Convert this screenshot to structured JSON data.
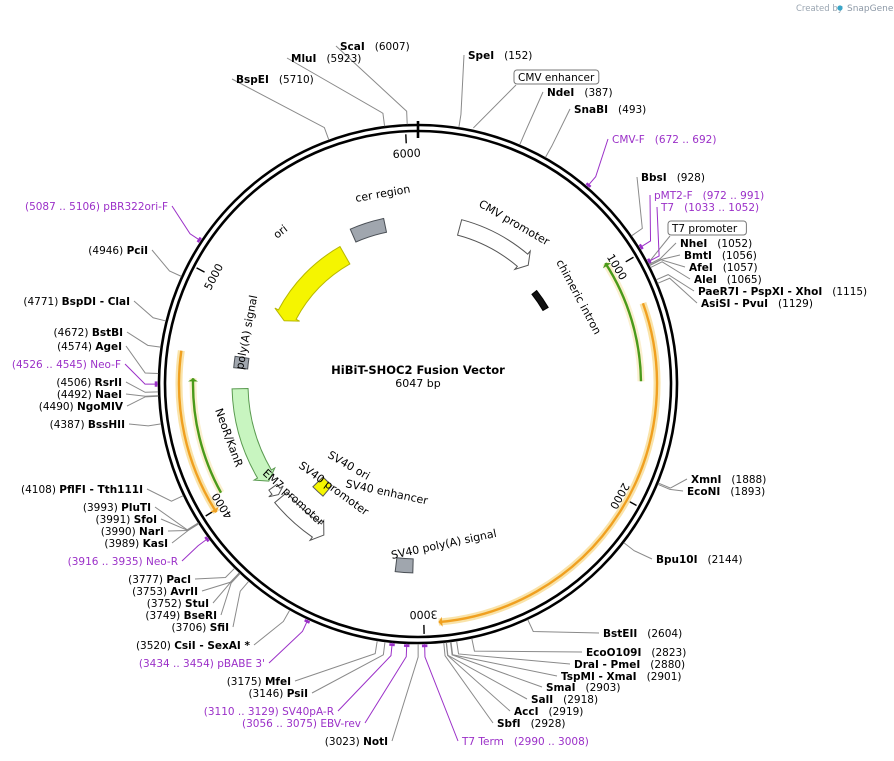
{
  "credit": "Created by",
  "credit_brand": "SnapGene",
  "title": "HiBiT-SHOC2 Fusion Vector",
  "length_label": "6047 bp",
  "total_bp": 6047,
  "ticks": [
    {
      "bp": 1000,
      "label": "1000"
    },
    {
      "bp": 2000,
      "label": "2000"
    },
    {
      "bp": 3000,
      "label": "3000"
    },
    {
      "bp": 4000,
      "label": "4000"
    },
    {
      "bp": 5000,
      "label": "5000"
    },
    {
      "bp": 6000,
      "label": "6000"
    }
  ],
  "colors": {
    "backbone": "#000000",
    "enzyme_line": "#8a8a8a",
    "primer": "#9b30c8",
    "ori": "#f5f500",
    "cds_orange": "#f0a020",
    "cds_glow": "#f8e0a0",
    "cds_green": "#4a9a1a",
    "neo": "#c8f5c0",
    "gray_feature": "#a0a6ae"
  },
  "features": [
    {
      "name": "cer region",
      "start": 5650,
      "end": 5850,
      "ring": 162,
      "style": "grayarrow",
      "dir": 0
    },
    {
      "name": "ori",
      "start": 4960,
      "end": 5550,
      "ring": 148,
      "style": "ori",
      "dir": -1
    },
    {
      "name": "CMV promoter",
      "start": 250,
      "end": 720,
      "ring": 162,
      "style": "promoter",
      "dir": 1
    },
    {
      "name": "chimeric intron",
      "start": 870,
      "end": 1000,
      "ring": 148,
      "style": "black",
      "dir": 0
    },
    {
      "name": "poly(A) signal",
      "start": 4620,
      "end": 4680,
      "ring": 178,
      "style": "gray",
      "dir": 0
    },
    {
      "name": "NeoR/KanR",
      "start": 3980,
      "end": 4510,
      "ring": 178,
      "style": "neo",
      "dir": -1
    },
    {
      "name": "EM7 promoter",
      "start": 3890,
      "end": 3940,
      "ring": 178,
      "style": "smallarrow",
      "dir": -1
    },
    {
      "name": "SV40 promoter",
      "start": 3560,
      "end": 3870,
      "ring": 178,
      "style": "promoter",
      "dir": -1
    },
    {
      "name": "SV40 ori",
      "start": 3700,
      "end": 3790,
      "ring": 140,
      "style": "yellowbox",
      "dir": 0
    },
    {
      "name": "SV40 poly(A) signal",
      "start": 3050,
      "end": 3140,
      "ring": 182,
      "style": "gray",
      "dir": 0
    }
  ],
  "orfs": [
    {
      "start": 1180,
      "end": 2940,
      "ring": 239,
      "style": "orange",
      "dir": 1
    },
    {
      "start": 960,
      "end": 1500,
      "ring": 223,
      "style": "green",
      "dir": -1
    },
    {
      "start": 3990,
      "end": 4670,
      "ring": 239,
      "style": "orange",
      "dir": -1
    },
    {
      "start": 4050,
      "end": 4560,
      "ring": 225,
      "style": "green",
      "dir": 1
    }
  ],
  "feature_labels": {
    "cer": "cer region",
    "ori": "ori",
    "cmv_prom": "CMV promoter",
    "chim": "chimeric intron",
    "polyA": "poly(A) signal",
    "neo": "NeoR/KanR",
    "em7": "EM7 promoter",
    "sv40prom": "SV40 promoter",
    "sv40ori": "SV40 ori",
    "sv40enh": "SV40 enhancer",
    "sv40pa": "SV40 poly(A) signal"
  },
  "boxed_labels": [
    {
      "text": "CMV enhancer",
      "bp": 205
    },
    {
      "text": "T7 promoter",
      "bp": 1043
    }
  ],
  "sites": [
    {
      "name": "ScaI",
      "pos": "(6007)",
      "bp": 6007,
      "type": "enzyme"
    },
    {
      "name": "MluI",
      "pos": "(5923)",
      "bp": 5923,
      "type": "enzyme"
    },
    {
      "name": "BspEI",
      "pos": "(5710)",
      "bp": 5710,
      "type": "enzyme"
    },
    {
      "name": "SpeI",
      "pos": "(152)",
      "bp": 152,
      "type": "enzyme"
    },
    {
      "name": "NdeI",
      "pos": "(387)",
      "bp": 387,
      "type": "enzyme"
    },
    {
      "name": "SnaBI",
      "pos": "(493)",
      "bp": 493,
      "type": "enzyme"
    },
    {
      "name": "CMV-F",
      "pos": "(672 .. 692)",
      "bp": 682,
      "type": "primer"
    },
    {
      "name": "BbsI",
      "pos": "(928)",
      "bp": 928,
      "type": "enzyme"
    },
    {
      "name": "pMT2-F",
      "pos": "(972 .. 991)",
      "bp": 981,
      "type": "primer"
    },
    {
      "name": "T7",
      "pos": "(1033 .. 1052)",
      "bp": 1042,
      "type": "primer"
    },
    {
      "name": "NheI",
      "pos": "(1052)",
      "bp": 1052,
      "type": "enzyme"
    },
    {
      "name": "BmtI",
      "pos": "(1056)",
      "bp": 1056,
      "type": "enzyme"
    },
    {
      "name": "AfeI",
      "pos": "(1057)",
      "bp": 1057,
      "type": "enzyme"
    },
    {
      "name": "AleI",
      "pos": "(1065)",
      "bp": 1065,
      "type": "enzyme"
    },
    {
      "name": "PaeR7I - PspXI - XhoI",
      "pos": "(1115)",
      "bp": 1115,
      "type": "enzyme"
    },
    {
      "name": "AsiSI - PvuI",
      "pos": "(1129)",
      "bp": 1129,
      "type": "enzyme"
    },
    {
      "name": "XmnI",
      "pos": "(1888)",
      "bp": 1888,
      "type": "enzyme"
    },
    {
      "name": "EcoNI",
      "pos": "(1893)",
      "bp": 1893,
      "type": "enzyme"
    },
    {
      "name": "Bpu10I",
      "pos": "(2144)",
      "bp": 2144,
      "type": "enzyme"
    },
    {
      "name": "BstEII",
      "pos": "(2604)",
      "bp": 2604,
      "type": "enzyme"
    },
    {
      "name": "EcoO109I",
      "pos": "(2823)",
      "bp": 2823,
      "type": "enzyme"
    },
    {
      "name": "DraI - PmeI",
      "pos": "(2880)",
      "bp": 2880,
      "type": "enzyme"
    },
    {
      "name": "TspMI - XmaI",
      "pos": "(2901)",
      "bp": 2901,
      "type": "enzyme"
    },
    {
      "name": "SmaI",
      "pos": "(2903)",
      "bp": 2903,
      "type": "enzyme"
    },
    {
      "name": "SalI",
      "pos": "(2918)",
      "bp": 2918,
      "type": "enzyme"
    },
    {
      "name": "AccI",
      "pos": "(2919)",
      "bp": 2919,
      "type": "enzyme"
    },
    {
      "name": "SbfI",
      "pos": "(2928)",
      "bp": 2928,
      "type": "enzyme"
    },
    {
      "name": "T7 Term",
      "pos": "(2990 .. 3008)",
      "bp": 2999,
      "type": "primer"
    },
    {
      "name": "NotI",
      "pos": "(3023)",
      "bp": 3023,
      "type": "enzyme"
    },
    {
      "name": "EBV-rev",
      "pos": "(3056 .. 3075)",
      "bp": 3065,
      "type": "primer"
    },
    {
      "name": "SV40pA-R",
      "pos": "(3110 .. 3129)",
      "bp": 3119,
      "type": "primer"
    },
    {
      "name": "PsiI",
      "pos": "(3146)",
      "bp": 3146,
      "type": "enzyme"
    },
    {
      "name": "MfeI",
      "pos": "(3175)",
      "bp": 3175,
      "type": "enzyme"
    },
    {
      "name": "pBABE 3'",
      "pos": "(3434 .. 3454)",
      "bp": 3444,
      "type": "primer"
    },
    {
      "name": "CsiI - SexAI *",
      "pos": "(3520)",
      "bp": 3520,
      "type": "enzyme"
    },
    {
      "name": "SfiI",
      "pos": "(3706)",
      "bp": 3706,
      "type": "enzyme"
    },
    {
      "name": "BseRI",
      "pos": "(3749)",
      "bp": 3749,
      "type": "enzyme"
    },
    {
      "name": "StuI",
      "pos": "(3752)",
      "bp": 3752,
      "type": "enzyme"
    },
    {
      "name": "AvrII",
      "pos": "(3753)",
      "bp": 3753,
      "type": "enzyme"
    },
    {
      "name": "PacI",
      "pos": "(3777)",
      "bp": 3777,
      "type": "enzyme"
    },
    {
      "name": "Neo-R",
      "pos": "(3916 .. 3935)",
      "bp": 3925,
      "type": "primer"
    },
    {
      "name": "KasI",
      "pos": "(3989)",
      "bp": 3989,
      "type": "enzyme"
    },
    {
      "name": "NarI",
      "pos": "(3990)",
      "bp": 3990,
      "type": "enzyme"
    },
    {
      "name": "SfoI",
      "pos": "(3991)",
      "bp": 3991,
      "type": "enzyme"
    },
    {
      "name": "PluTI",
      "pos": "(3993)",
      "bp": 3993,
      "type": "enzyme"
    },
    {
      "name": "PflFI - Tth111I",
      "pos": "(4108)",
      "bp": 4108,
      "type": "enzyme"
    },
    {
      "name": "BssHII",
      "pos": "(4387)",
      "bp": 4387,
      "type": "enzyme"
    },
    {
      "name": "NgoMIV",
      "pos": "(4490)",
      "bp": 4490,
      "type": "enzyme"
    },
    {
      "name": "NaeI",
      "pos": "(4492)",
      "bp": 4492,
      "type": "enzyme"
    },
    {
      "name": "RsrII",
      "pos": "(4506)",
      "bp": 4506,
      "type": "enzyme"
    },
    {
      "name": "Neo-F",
      "pos": "(4526 .. 4545)",
      "bp": 4535,
      "type": "primer"
    },
    {
      "name": "AgeI",
      "pos": "(4574)",
      "bp": 4574,
      "type": "enzyme"
    },
    {
      "name": "BstBI",
      "pos": "(4672)",
      "bp": 4672,
      "type": "enzyme"
    },
    {
      "name": "BspDI - ClaI",
      "pos": "(4771)",
      "bp": 4771,
      "type": "enzyme"
    },
    {
      "name": "PciI",
      "pos": "(4946)",
      "bp": 4946,
      "type": "enzyme"
    },
    {
      "name": "pBR322ori-F",
      "pos": "(5087 .. 5106)",
      "bp": 5096,
      "type": "primer"
    }
  ]
}
